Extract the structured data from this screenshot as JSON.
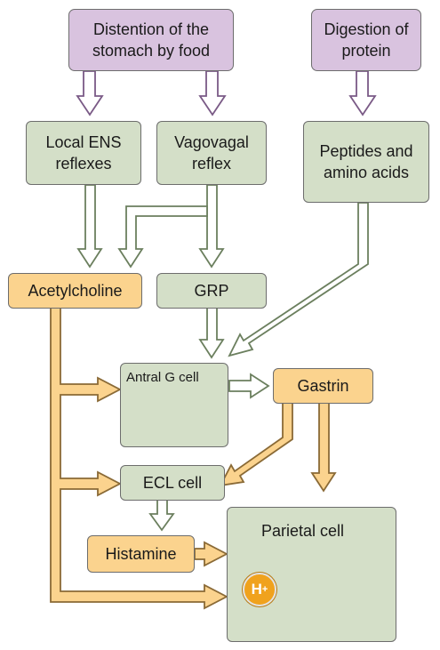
{
  "nodes": {
    "distention": "Distention of the stomach by food",
    "digestion": "Digestion of protein",
    "local_ens": "Local ENS reflexes",
    "vagovagal": "Vagovagal reflex",
    "peptides": "Peptides and amino acids",
    "acetylcholine": "Acetylcholine",
    "grp": "GRP",
    "antral_g_cell": "Antral G cell",
    "gastrin": "Gastrin",
    "ecl_cell": "ECL cell",
    "histamine": "Histamine",
    "parietal_cell": "Parietal cell",
    "hplus": "H",
    "hplus_sup": "+"
  },
  "colors": {
    "purple": "#d9c3df",
    "green": "#d4dfc8",
    "orange": "#fbd38e",
    "hplus": "#f0a21d"
  }
}
